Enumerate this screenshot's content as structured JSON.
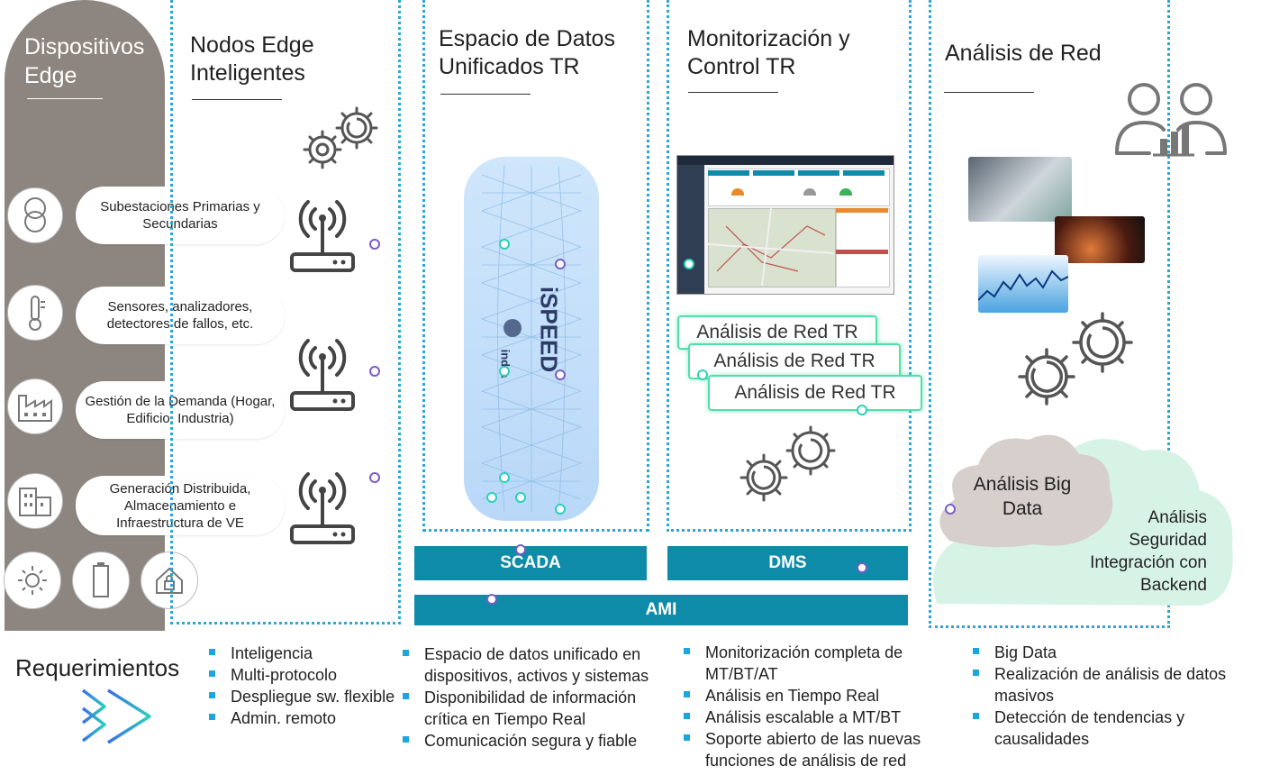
{
  "sidebar": {
    "title_line1": "Dispositivos",
    "title_line2": "Edge",
    "devices": [
      {
        "icon": "transformer-icon",
        "label": "Subestaciones Primarias y Secundarias"
      },
      {
        "icon": "thermometer-icon",
        "label": "Sensores, analizadores, detectores de fallos, etc."
      },
      {
        "icon": "factory-icon",
        "label": "Gestión de la Demanda (Hogar, Edificio, Industria)"
      },
      {
        "icon": "building-icon",
        "label": "Generación Distribuida, Almacenamiento e Infraestructura de VE"
      }
    ],
    "bottom_icons": [
      "sun-icon",
      "battery-icon",
      "home-lock-icon"
    ]
  },
  "columns": {
    "edge": {
      "title_line1": "Nodos Edge",
      "title_line2": "Inteligentes"
    },
    "data": {
      "title_line1": "Espacio de Datos",
      "title_line2": "Unificados TR",
      "platform": "iSPEED",
      "brand": "indra"
    },
    "monitor": {
      "title_line1": "Monitorización y",
      "title_line2": "Control TR"
    },
    "analysis": {
      "title": "Análisis de Red"
    }
  },
  "tr_boxes": [
    "Análisis de Red TR",
    "Análisis de Red TR",
    "Análisis de Red TR"
  ],
  "cloud": {
    "inner_line1": "Análisis Big",
    "inner_line2": "Data",
    "outer_lines": [
      "Análisis",
      "Seguridad",
      "Integración con",
      "Backend"
    ]
  },
  "bars": {
    "scada": "SCADA",
    "dms": "DMS",
    "ami": "AMI"
  },
  "requirements": {
    "title": "Requerimientos",
    "edge": [
      "Inteligencia",
      "Multi-protocolo",
      "Despliegue sw. flexible",
      "Admin. remoto"
    ],
    "data": [
      "Espacio de datos unificado en dispositivos, activos y sistemas",
      "Disponibilidad de información crítica en Tiempo Real",
      "Comunicación segura y fiable"
    ],
    "monitor": [
      "Monitorización completa de MT/BT/AT",
      "Análisis en Tiempo Real",
      "Análisis escalable a MT/BT",
      "Soporte abierto de las nuevas funciones de análisis de red"
    ],
    "analysis": [
      "Big Data",
      "Realización de análisis de datos masivos",
      "Detección de tendencias y causalidades"
    ]
  },
  "colors": {
    "accent": "#29a8d6",
    "bar": "#0e8ba8",
    "sidebar": "#8d8680",
    "green": "#4fe0a8",
    "purple": "#7b5bc9"
  }
}
